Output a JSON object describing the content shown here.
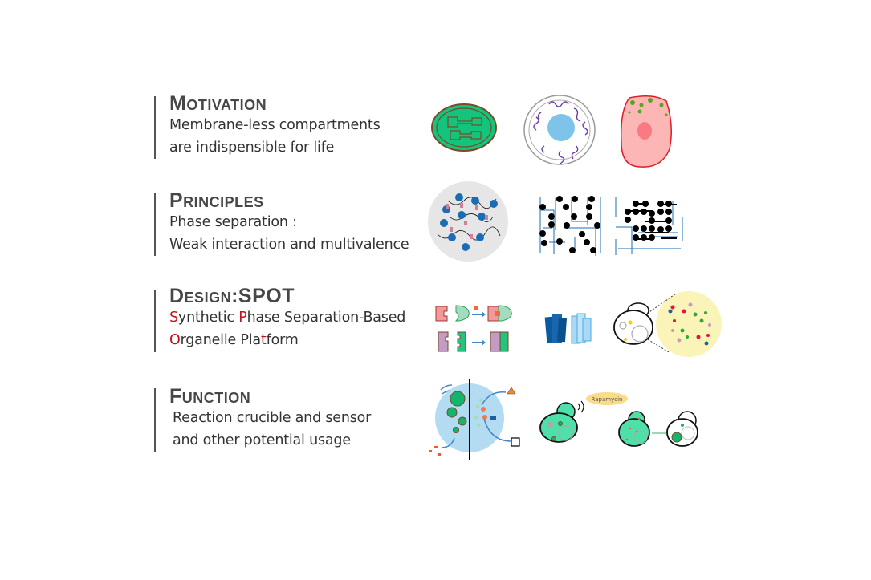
{
  "sections": [
    {
      "title": "Motivation",
      "lines": [
        "Membrane-less compartments",
        "are indispensible for life"
      ]
    },
    {
      "title": "Principles",
      "lines": [
        "Phase separation :",
        "Weak interaction and multivalence"
      ]
    },
    {
      "title": "Design:SPOT",
      "line1": [
        {
          "t": "S",
          "red": true
        },
        {
          "t": "ynthetic "
        },
        {
          "t": "P",
          "red": true
        },
        {
          "t": "hase Separation-Based"
        }
      ],
      "line2": [
        {
          "t": "O",
          "red": true
        },
        {
          "t": "rganelle Pla"
        },
        {
          "t": "t",
          "red": true
        },
        {
          "t": "form"
        }
      ]
    },
    {
      "title": "Function",
      "lines": [
        "Reaction crucible and sensor",
        "and other potential usage"
      ]
    }
  ],
  "illustrations": {
    "speech_bubble": "Rapamycin"
  },
  "colors": {
    "accent_red": "#c0121f",
    "green": "#1fc77f",
    "blue": "#1a6db5",
    "light_blue": "#b3dcf2"
  }
}
